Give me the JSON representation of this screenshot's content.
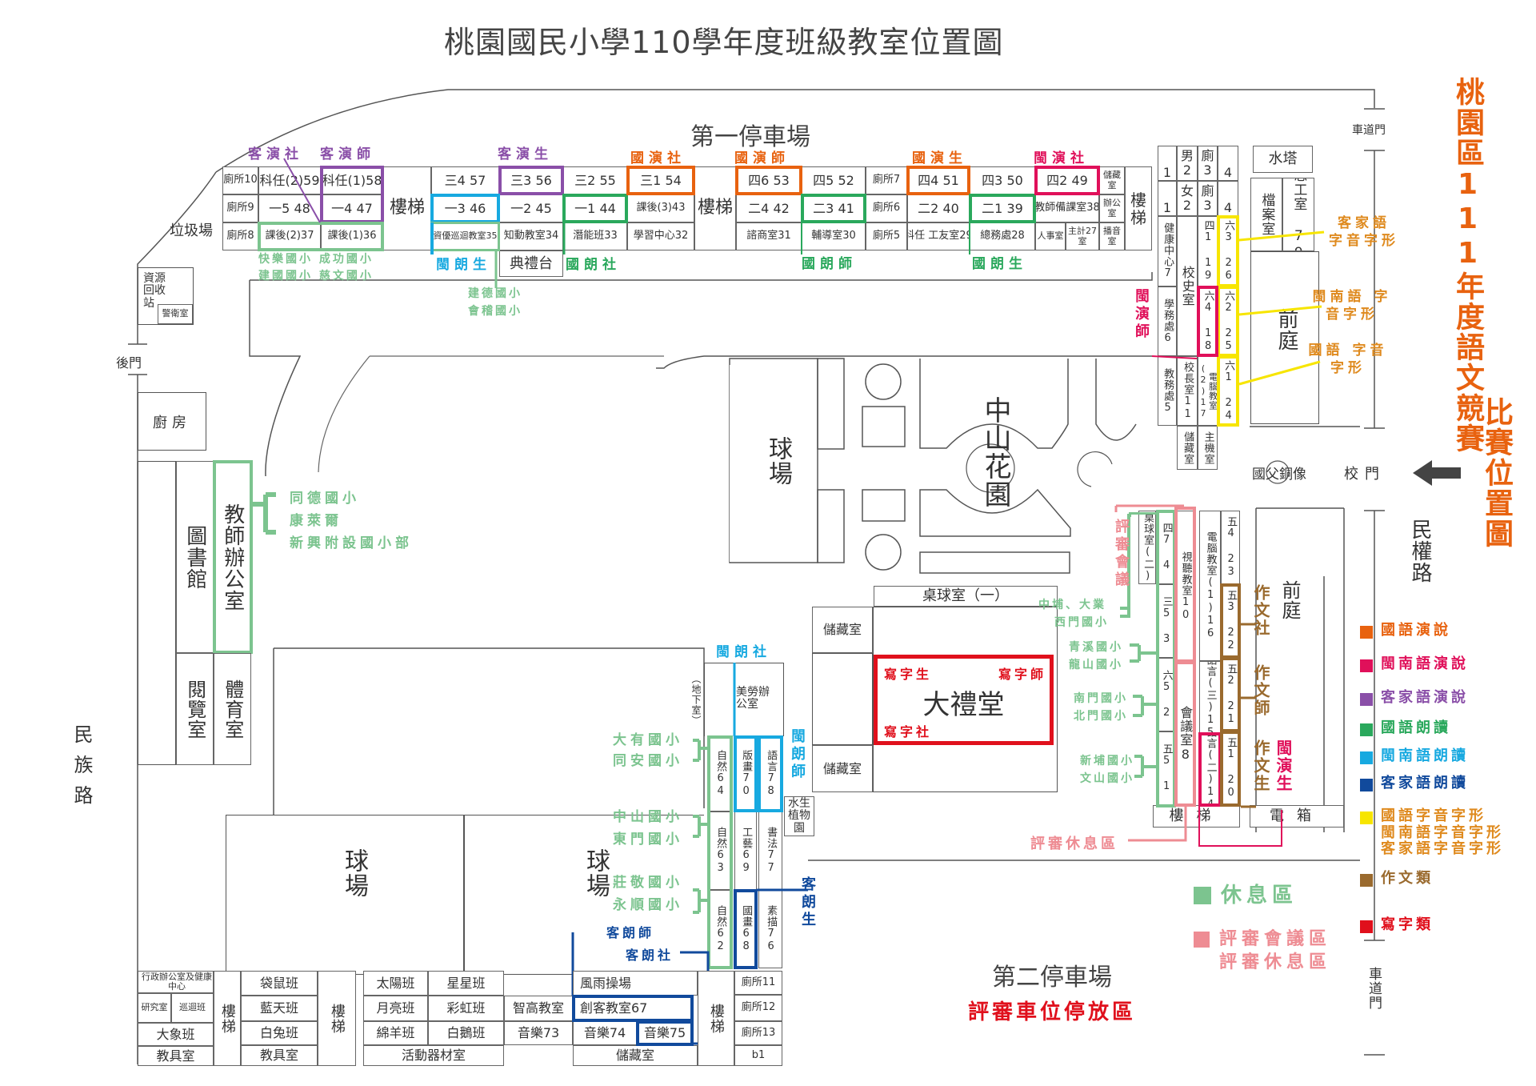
{
  "title": "桃園國民小學110學年度班級教室位置圖",
  "side_title": {
    "line1": "桃園區111年度語文競賽",
    "line2": "比賽位置圖"
  },
  "areas": {
    "parking1": "第一停車場",
    "parking2": "第二停車場",
    "judge_parking": "評審車位停放區",
    "garbage": "垃圾場",
    "recycle": "資源回收站",
    "guard": "警衛室",
    "back_gate": "後門",
    "kitchen": "廚房",
    "library": "圖書館",
    "teacher_office": "教師辦公室",
    "reading_room": "閱覽室",
    "pe_room": "體育室",
    "minzu_road": "民族路",
    "minquan_road": "民權路",
    "court_a": "球場",
    "court_b": "球場",
    "court_c": "球場",
    "zhongshan_garden": "中山花園",
    "stage": "典禮台",
    "auditorium": "大禮堂",
    "pingpong1": "桌球室（一）",
    "storage_a": "儲藏室",
    "storage_b": "儲藏室",
    "front_yard_a": "前庭",
    "front_yard_b": "前庭",
    "water_tower": "水塔",
    "archive": "檔案室",
    "volunteer": "志工室 79",
    "statue": "國父銅像",
    "school_gate": "校門",
    "driveway_gate_top": "車道門",
    "driveway_gate_bottom": "車道門",
    "electric_box": "電箱",
    "stairs": "樓梯",
    "basement": "（地下室）",
    "art_office": "美勞辦公室",
    "aquatic_garden": "水生植物園",
    "rain_playground": "風雨操場",
    "maker_room": "創客教室67",
    "storage_c": "儲藏室"
  },
  "north_building": {
    "row1": [
      "廁所10",
      "科任(2)59",
      "科任(1)58",
      "樓梯",
      "三4 57",
      "三3 56",
      "三2 55",
      "三1 54",
      "樓梯",
      "四6 53",
      "四5 52",
      "廁所7",
      "四4 51",
      "四3 50",
      "四2 49",
      "儲藏室",
      "樓梯"
    ],
    "row2": [
      "廁所9",
      "一5 48",
      "一4 47",
      "一3 46",
      "一2 45",
      "一1 44",
      "課後(3)43",
      "二4 42",
      "二3 41",
      "廁所6",
      "二2 40",
      "二1 39",
      "教師備課室38",
      "辦公室"
    ],
    "row3": [
      "廁所8",
      "課後(2)37",
      "課後(1)36",
      "資優巡迴教室35",
      "知動教室34",
      "潛能班33",
      "學習中心32",
      "諮商室31",
      "輔導室30",
      "廁所5",
      "科任 工友室29",
      "總務處28",
      "人事室",
      "主計27室",
      "播音室"
    ]
  },
  "east_building": {
    "top": [
      "1",
      "男2",
      "廁3",
      "4",
      "1",
      "女2",
      "廁3",
      "4"
    ],
    "rooms": [
      "健康中心7",
      "校史室",
      "四1 19",
      "六3 26",
      "學務處6",
      "六4 18",
      "六2 25",
      "教務處5",
      "校長室11",
      "電腦教室(2)17",
      "六1 24",
      "儲藏室",
      "主機室"
    ]
  },
  "southeast_building": {
    "rooms": [
      "桌球室(二)",
      "四7 4",
      "三5 3",
      "六5 2",
      "五5 1",
      "視聽教室10",
      "會議室8",
      "電腦教室(1)16",
      "語言(三)15",
      "語言(二)14",
      "五4 23",
      "五3 22",
      "五2 21",
      "五1 20"
    ]
  },
  "south_center": {
    "rooms": [
      "自然64",
      "版畫70",
      "語言78",
      "自然63",
      "工藝69",
      "書法77",
      "自然62",
      "國畫68",
      "素描76"
    ]
  },
  "south_building": {
    "rooms": [
      "行政辦公室及健康中心",
      "研究室",
      "巡迴班",
      "大象班",
      "教具室",
      "袋鼠班",
      "藍天班",
      "白兔班",
      "教具室",
      "太陽班",
      "星星班",
      "月亮班",
      "彩虹班",
      "綿羊班",
      "白鵝班",
      "活動器材室",
      "智高教室",
      "音樂73",
      "音樂74",
      "音樂75",
      "廁所11",
      "廁所12",
      "廁所13",
      "b1"
    ]
  },
  "competition_labels": {
    "hakka_speech_club": "客演社",
    "hakka_speech_teacher": "客演師",
    "hakka_speech_student": "客演生",
    "mandarin_speech_club": "國演社",
    "mandarin_speech_teacher": "國演師",
    "mandarin_speech_student": "國演生",
    "minnan_speech_club": "閩演社",
    "minnan_speech_teacher": "閩演師",
    "minnan_speech_student": "閩演生",
    "mandarin_read_club": "國朗社",
    "mandarin_read_teacher": "國朗師",
    "mandarin_read_student": "國朗生",
    "minnan_read_club": "閩朗社",
    "minnan_read_teacher": "閩朗師",
    "minnan_read_student": "閩朗生",
    "hakka_read_club": "客朗社",
    "hakka_read_teacher": "客朗師",
    "hakka_read_student": "客朗生",
    "writing_club": "寫字社",
    "writing_teacher": "寫字師",
    "writing_student": "寫字生",
    "essay_club": "作文社",
    "essay_teacher": "作文師",
    "essay_student": "作文生",
    "judge_meeting": "評審會議",
    "judge_rest": "評審休息區",
    "hakka_char": "客家語 字音字形",
    "minnan_char": "閩南語 字音字形",
    "mandarin_char": "國語 字音字形"
  },
  "rest_area_schools": {
    "north_1": "快樂國小 成功國小",
    "north_2": "建國國小 慈文國小",
    "stage_1": "建德國小",
    "stage_2": "會稽國小",
    "west_1": "同德國小",
    "west_2": "康萊爾",
    "west_3": "新興附設國小部",
    "sc_1": "大有國小",
    "sc_2": "同安國小",
    "sc_3": "中山國小",
    "sc_4": "東門國小",
    "sc_5": "莊敬國小",
    "sc_6": "永順國小",
    "se_1": "中埔、大業",
    "se_2": "西門國小",
    "se_3": "青溪國小",
    "se_4": "龍山國小",
    "se_5": "南門國小",
    "se_6": "北門國小",
    "se_7": "新埔國小",
    "se_8": "文山國小"
  },
  "legend": [
    {
      "label": "國語演說",
      "color": "#e8620f"
    },
    {
      "label": "閩南語演說",
      "color": "#e0105a"
    },
    {
      "label": "客家語演說",
      "color": "#8a4fa8"
    },
    {
      "label": "國語朗讀",
      "color": "#2aa85c"
    },
    {
      "label": "閩南語朗讀",
      "color": "#17a9e0"
    },
    {
      "label": "客家語朗讀",
      "color": "#114a9c"
    },
    {
      "label": "國語字音字形\n閩南語字音字形\n客家語字音字形",
      "color": "#f7e500",
      "text_color": "#df8a1e"
    },
    {
      "label": "作文類",
      "color": "#9a6a2e"
    },
    {
      "label": "寫字類",
      "color": "#e0101c"
    }
  ],
  "legend_areas": [
    {
      "label": "休息區",
      "color": "#7cc48f"
    },
    {
      "label": "評審會議區\n評審休息區",
      "color": "#ee8c93"
    }
  ]
}
